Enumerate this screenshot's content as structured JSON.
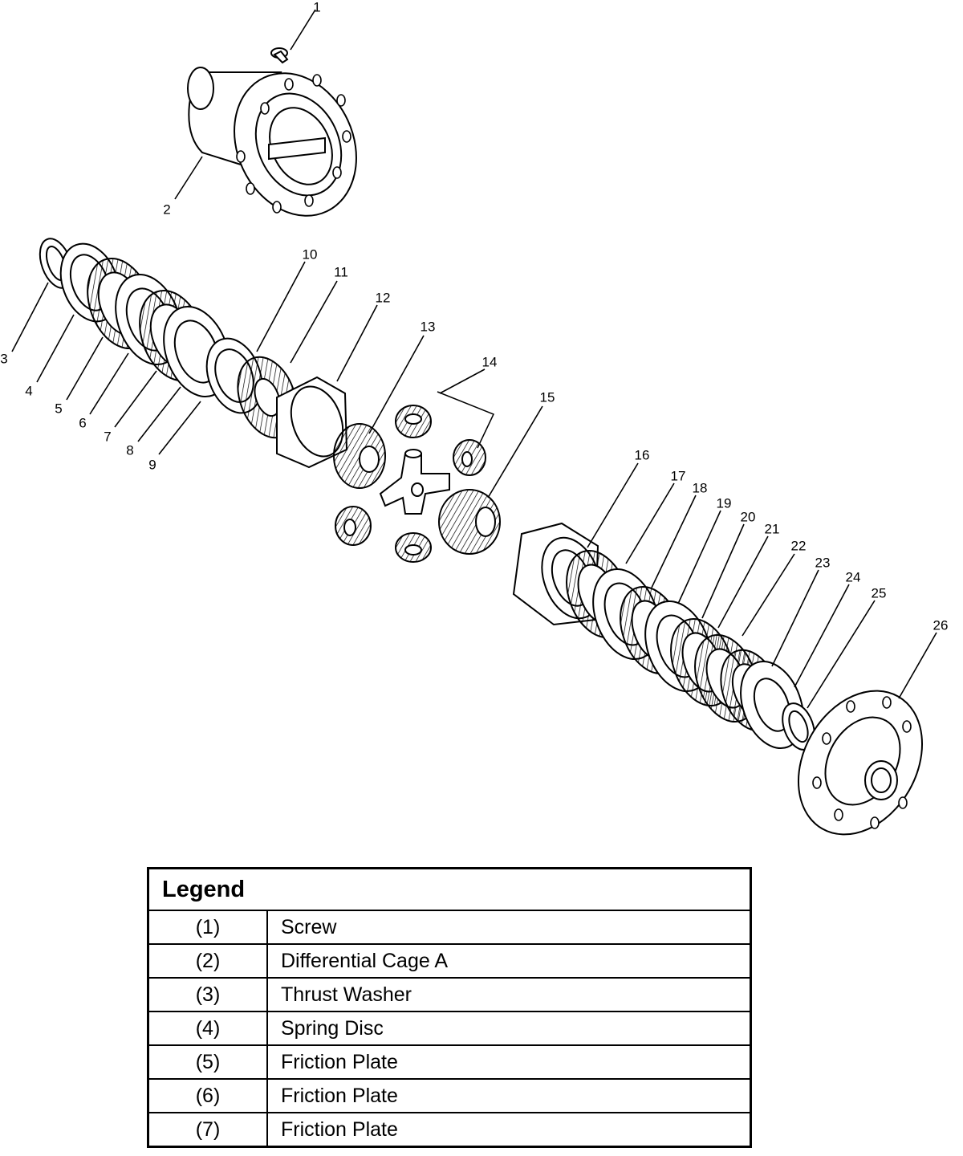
{
  "callouts": [
    "1",
    "2",
    "3",
    "4",
    "5",
    "6",
    "7",
    "8",
    "9",
    "10",
    "11",
    "12",
    "13",
    "14",
    "15",
    "16",
    "17",
    "18",
    "19",
    "20",
    "21",
    "22",
    "23",
    "24",
    "25",
    "26"
  ],
  "legend": {
    "title": "Legend",
    "rows": [
      {
        "num": "(1)",
        "desc": "Screw"
      },
      {
        "num": "(2)",
        "desc": "Differential Cage A"
      },
      {
        "num": "(3)",
        "desc": "Thrust Washer"
      },
      {
        "num": "(4)",
        "desc": "Spring Disc"
      },
      {
        "num": "(5)",
        "desc": "Friction Plate"
      },
      {
        "num": "(6)",
        "desc": "Friction Plate"
      },
      {
        "num": "(7)",
        "desc": "Friction Plate"
      }
    ]
  }
}
